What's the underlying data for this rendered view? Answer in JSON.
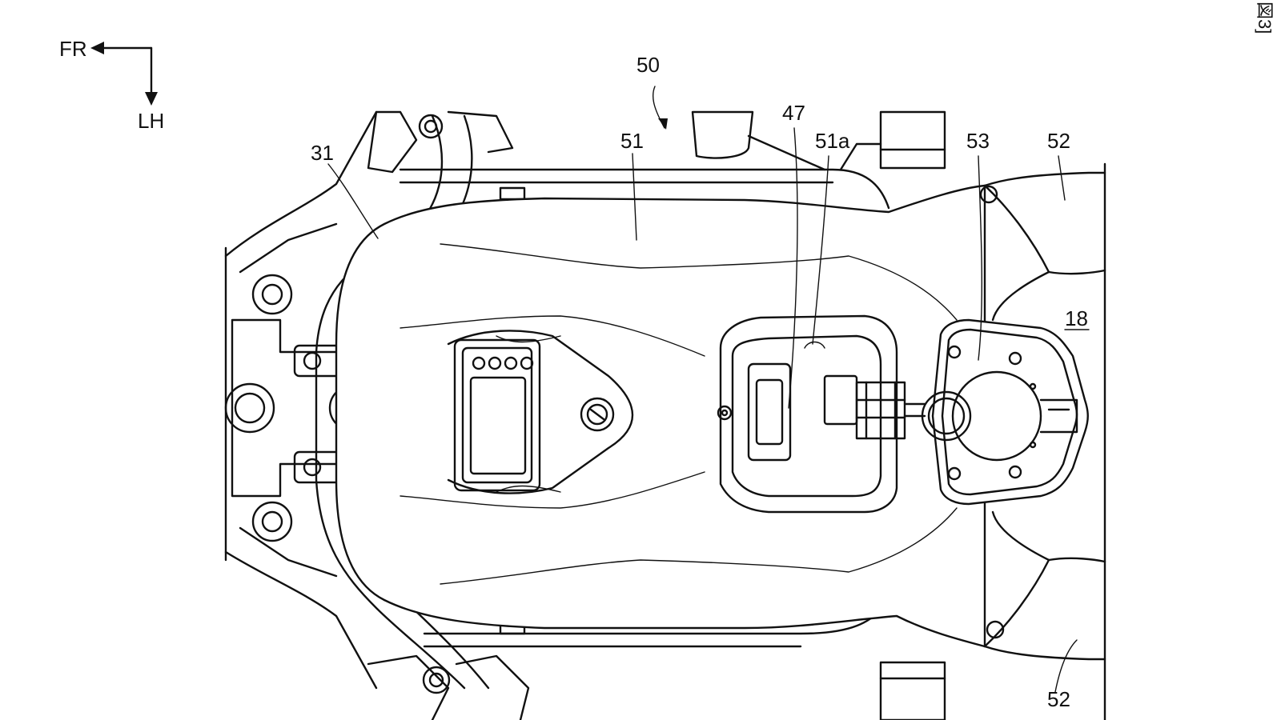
{
  "figure_tag": "図3]",
  "direction_indicator": {
    "forward_label": "FR",
    "left_label": "LH"
  },
  "reference_labels": {
    "assembly": "50",
    "handlebar": "31",
    "tank_cover": "51",
    "cover_part": "51a",
    "component_47": "47",
    "component_53": "53",
    "seat_top": "52",
    "seat_bottom": "52",
    "frame_18": "18"
  }
}
